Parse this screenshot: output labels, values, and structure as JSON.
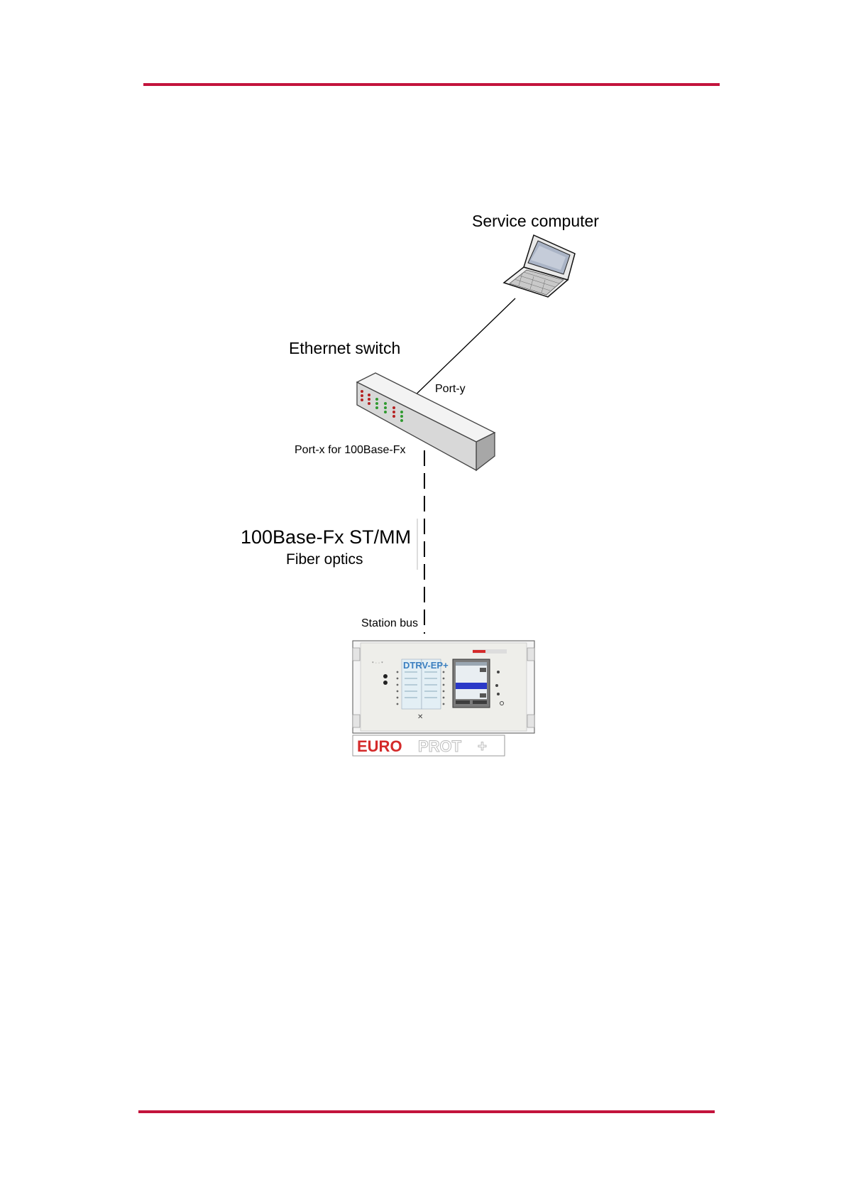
{
  "labels": {
    "service_computer": "Service computer",
    "ethernet_switch": "Ethernet switch",
    "port_y": "Port-y",
    "port_x": "Port-x for 100Base-Fx",
    "fiber_title": "100Base-Fx ST/MM",
    "fiber_sub": "Fiber optics",
    "station_bus": "Station bus"
  },
  "device": {
    "model": "DTRV-EP+",
    "brand_bold": "EURO",
    "brand_outline": "PROT",
    "brand_plus": "+"
  },
  "colors": {
    "rule": "#c3143c",
    "brand_red": "#d42a2a",
    "device_title": "#3a7fc0",
    "screen_highlight": "#2a38c8"
  },
  "icons": {
    "laptop": "laptop-icon",
    "switch": "ethernet-switch-icon",
    "relay": "protection-relay-icon"
  }
}
